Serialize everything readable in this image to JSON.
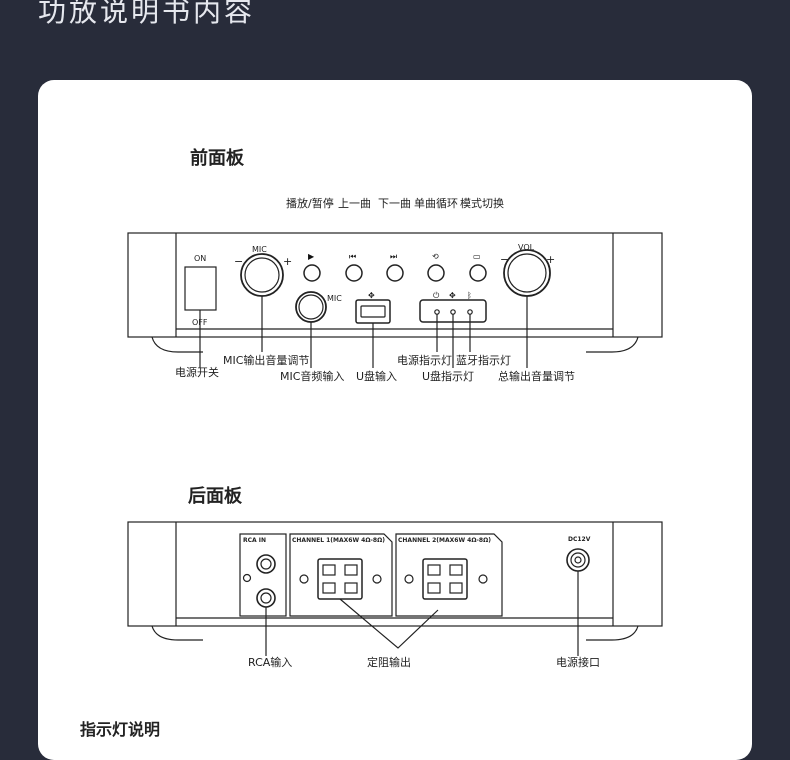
{
  "page": {
    "title": "功放说明书内容"
  },
  "front_panel": {
    "title": "前面板",
    "panel_labels": {
      "on": "ON",
      "off": "OFF",
      "mic_knob": "MIC",
      "mic_jack": "MIC",
      "vol_knob": "VOL",
      "minus": "−",
      "plus": "+"
    },
    "button_symbols": {
      "play": "▶",
      "prev": "⏮",
      "next": "⏭",
      "repeat": "⟲",
      "mode": "▭",
      "usb": "✥",
      "power": "⏻",
      "usb_led": "✥",
      "bt_led": "ᛒ"
    },
    "top_labels": {
      "play_pause": "播放/暂停",
      "prev": "上一曲",
      "next": "下一曲",
      "single_loop": "单曲循环",
      "mode_switch": "模式切换"
    },
    "callouts": {
      "power_switch": "电源开关",
      "mic_volume": "MIC输出音量调节",
      "mic_input": "MIC音频输入",
      "usb_input": "U盘输入",
      "power_led": "电源指示灯",
      "usb_led": "U盘指示灯",
      "bt_led": "蓝牙指示灯",
      "master_volume": "总输出音量调节"
    }
  },
  "rear_panel": {
    "title": "后面板",
    "panel_labels": {
      "rca_in": "RCA IN",
      "channel1": "CHANNEL 1(MAX6W 4Ω-8Ω)",
      "channel2": "CHANNEL 2(MAX6W 4Ω-8Ω)",
      "dc": "DC12V"
    },
    "callouts": {
      "rca_input": "RCA输入",
      "speaker_out": "定阻输出",
      "power_jack": "电源接口"
    }
  },
  "indicator_section": {
    "title": "指示灯说明"
  },
  "colors": {
    "page_bg": "#282c3a",
    "card_bg": "#ffffff",
    "line": "#222222"
  }
}
